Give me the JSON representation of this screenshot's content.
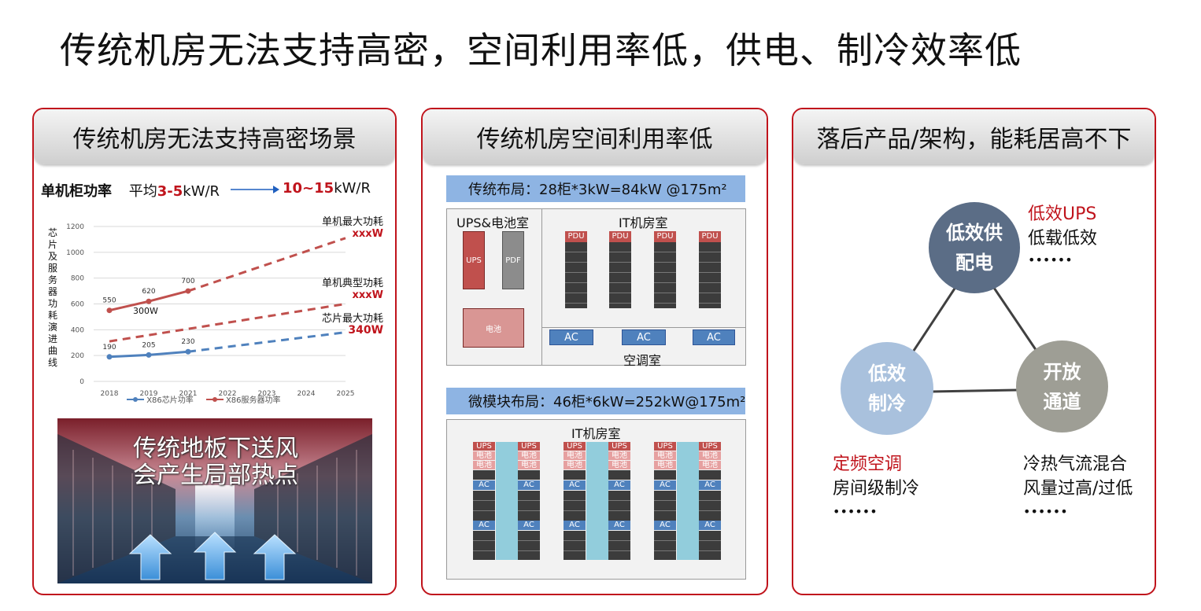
{
  "page_title": "传统机房无法支持高密，空间利用率低，供电、制冷效率低",
  "panel1": {
    "header": "传统机房无法支持高密场景",
    "power_label": "单机柜功率",
    "avg_prefix": "平均",
    "avg_value": "3-5",
    "avg_unit": "kW/R",
    "target_value": "10~15",
    "target_unit": "kW/R",
    "chart_ylabel": "芯片及服务器功耗演进曲线",
    "annotations": {
      "max_label": "单机最大功耗",
      "max_value": "xxxW",
      "typical_label": "单机典型功耗",
      "typical_value": "xxxW",
      "chip_label": "芯片最大功耗",
      "chip_value": "340W",
      "w300": "300W"
    },
    "overlay_line1": "传统地板下送风",
    "overlay_line2": "会产生局部热点"
  },
  "chart_data": {
    "type": "line",
    "x": [
      2018,
      2019,
      2021,
      2022,
      2023,
      2024,
      2025
    ],
    "x_ticks": [
      "2018",
      "2019",
      "2021",
      "2022",
      "2023",
      "2024",
      "2025"
    ],
    "ylim": [
      0,
      1200
    ],
    "y_ticks": [
      "0",
      "200",
      "400",
      "600",
      "800",
      "1000",
      "1200"
    ],
    "ylabel": "芯片及服务器功耗演进曲线",
    "xlabel": "",
    "grid": true,
    "legend_position": "bottom",
    "series": [
      {
        "name": "X86芯片功率",
        "color": "#4f81bd",
        "values": [
          190,
          205,
          230
        ],
        "labels": [
          "190",
          "205",
          "230"
        ],
        "projection_to": 380
      },
      {
        "name": "X86服务器功率",
        "color": "#c0504d",
        "values": [
          550,
          620,
          700
        ],
        "labels": [
          "550",
          "620",
          "700"
        ],
        "projection_to": 1110
      },
      {
        "name": "",
        "color": "#c0504d",
        "values": [],
        "projection_from": 310,
        "projection_to": 600
      }
    ]
  },
  "panel2": {
    "header": "传统机房空间利用率低",
    "traditional_band": "传统布局：28柜*3kW=84kW @175m²",
    "ups_room": "UPS&电池室",
    "ups": "UPS",
    "pdf": "PDF",
    "battery": "电池",
    "it_room": "IT机房室",
    "pdu": "PDU",
    "ac": "AC",
    "ac_room": "空调室",
    "micro_band": "微模块布局：46柜*6kW=252kW@175m²",
    "micro_it_room": "IT机房室",
    "micro_ups": "UPS",
    "micro_battery": "电池"
  },
  "panel3": {
    "header": "落后产品/架构，能耗居高不下",
    "circle_top_l1": "低效供",
    "circle_top_l2": "配电",
    "circle_left_l1": "低效",
    "circle_left_l2": "制冷",
    "circle_right_l1": "开放",
    "circle_right_l2": "通道",
    "top_red": "低效UPS",
    "top_line2": "低载低效",
    "top_dots": "••••••",
    "left_red": "定频空调",
    "left_line2": "房间级制冷",
    "left_dots": "••••••",
    "right_line1": "冷热气流混合",
    "right_line2": "风量过高/过低",
    "right_dots": "••••••"
  },
  "colors": {
    "accent_red": "#c0141c",
    "chip_blue": "#4f81bd",
    "server_red": "#c0504d",
    "band_blue": "#8eb4e3",
    "circle_top": "#5b6d86",
    "circle_left": "#a9c1dd",
    "circle_right": "#9e9e95"
  }
}
